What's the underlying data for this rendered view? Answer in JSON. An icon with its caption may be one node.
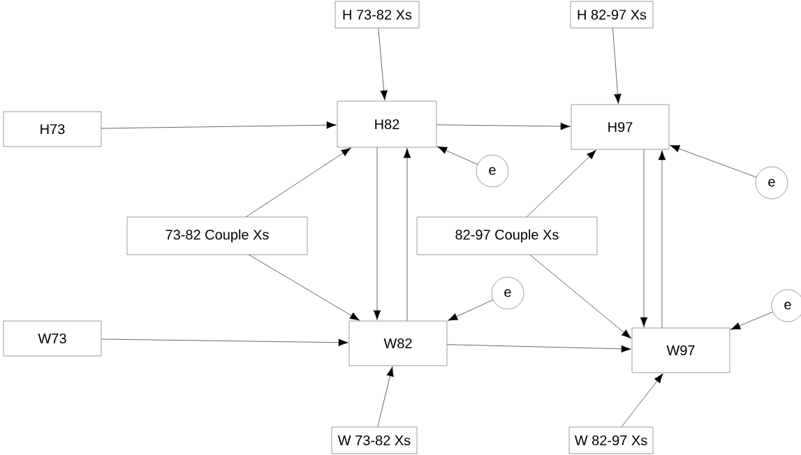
{
  "diagram": {
    "nodes": [
      {
        "text": [
          "H 73-82 Xs"
        ]
      },
      {
        "text": [
          "H 82-97 Xs"
        ]
      },
      {
        "text": [
          "H73"
        ]
      },
      {
        "text": [
          "H82"
        ]
      },
      {
        "text": [
          "H97"
        ]
      },
      {
        "text": [
          "e"
        ]
      },
      {
        "text": [
          "e"
        ]
      },
      {
        "text": [
          "73-82 Couple Xs"
        ]
      },
      {
        "text": [
          "82-97 Couple Xs"
        ]
      },
      {
        "text": [
          "e"
        ]
      },
      {
        "text": [
          "e"
        ]
      },
      {
        "text": [
          "W73"
        ]
      },
      {
        "text": [
          "W82"
        ]
      },
      {
        "text": [
          "W97"
        ]
      },
      {
        "text": [
          "W 73-82 Xs"
        ]
      },
      {
        "text": [
          "W 82-97 Xs"
        ]
      }
    ],
    "edges": [
      {
        "from": 0,
        "to": 3,
        "arrow": "to"
      },
      {
        "from": 1,
        "to": 4,
        "arrow": "to"
      },
      {
        "from": 2,
        "to": 3,
        "arrow": "to"
      },
      {
        "from": 3,
        "to": 4,
        "arrow": "to"
      },
      {
        "from": 5,
        "to": 3,
        "arrow": "to"
      },
      {
        "from": 6,
        "to": 4,
        "arrow": "to"
      },
      {
        "from": 7,
        "to": 3,
        "arrow": "to"
      },
      {
        "from": 7,
        "to": 12,
        "arrow": "to"
      },
      {
        "from": 8,
        "to": 4,
        "arrow": "to"
      },
      {
        "from": 8,
        "to": 13,
        "arrow": "to"
      },
      {
        "from": 3,
        "to": 12,
        "arrow": "to"
      },
      {
        "from": 12,
        "to": 3,
        "arrow": "to"
      },
      {
        "from": 4,
        "to": 13,
        "arrow": "to"
      },
      {
        "from": 13,
        "to": 4,
        "arrow": "to"
      },
      {
        "from": 9,
        "to": 12,
        "arrow": "to"
      },
      {
        "from": 10,
        "to": 13,
        "arrow": "to"
      },
      {
        "from": 11,
        "to": 12,
        "arrow": "to"
      },
      {
        "from": 12,
        "to": 13,
        "arrow": "to"
      },
      {
        "from": 14,
        "to": 12,
        "arrow": "to"
      },
      {
        "from": 15,
        "to": 13,
        "arrow": "to"
      }
    ]
  }
}
